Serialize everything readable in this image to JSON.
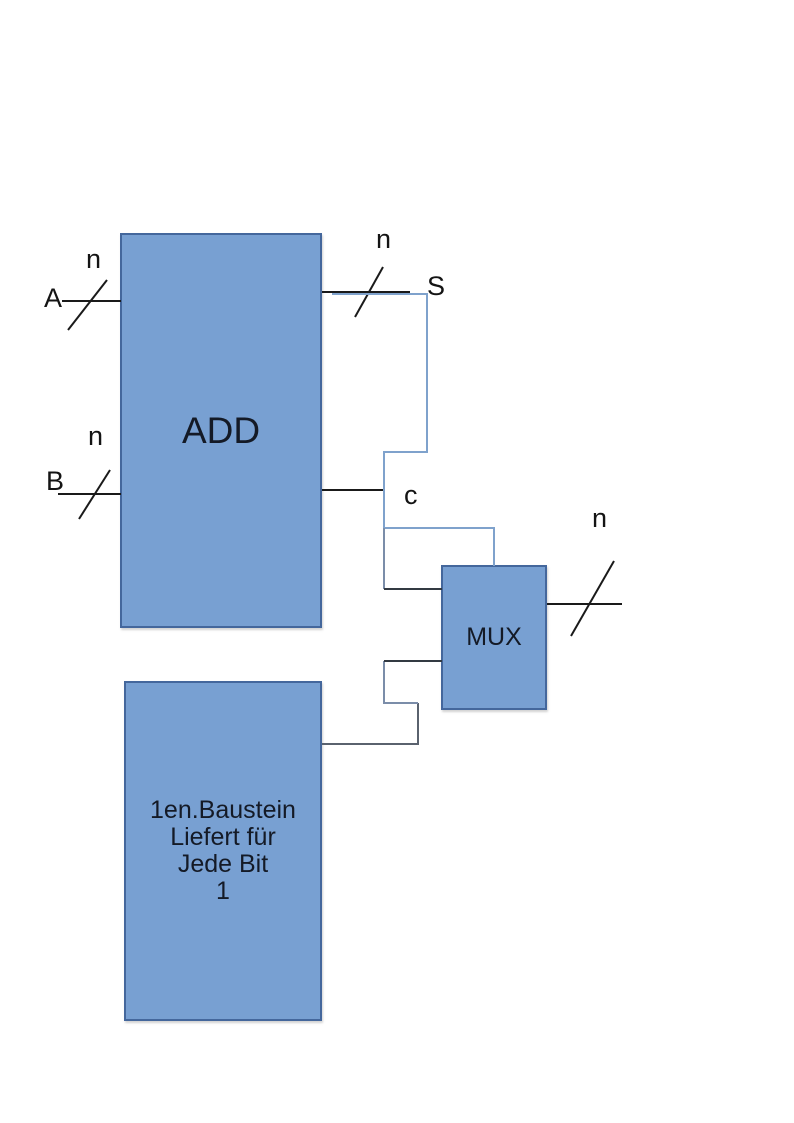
{
  "blocks": {
    "add": {
      "label": "ADD"
    },
    "mux": {
      "label": "MUX"
    },
    "baustein": {
      "lines": [
        "1en.Baustein",
        "Liefert für",
        "Jede Bit",
        "1"
      ]
    }
  },
  "labels": {
    "input_a": "A",
    "input_b": "B",
    "sum_output": "S",
    "carry_output": "c",
    "bus_width_a": "n",
    "bus_width_b": "n",
    "bus_width_s": "n",
    "bus_width_mux_out": "n"
  },
  "colors": {
    "block_fill": "#78a0d2",
    "block_border": "#44679c",
    "wire_black": "#1a1a1a",
    "wire_blue": "#7fa2cc",
    "wire_steel": "#7b8da9",
    "wire_gray": "#5a626e",
    "text": "#141a26"
  }
}
